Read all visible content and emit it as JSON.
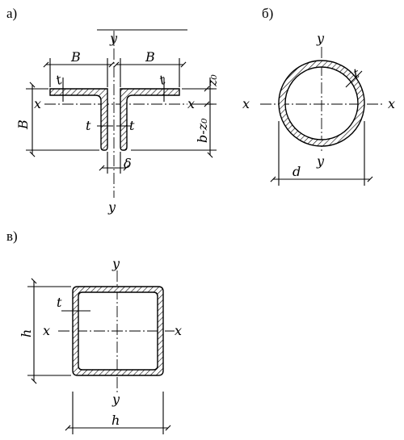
{
  "panel_a": {
    "label": "а)",
    "axis_y_top": "y",
    "axis_y_bottom": "y",
    "axis_x_left": "x",
    "axis_x_right": "x",
    "width_left": "B",
    "width_right": "B",
    "height": "B",
    "t_flange_left": "t",
    "t_flange_right": "t",
    "t_web_left": "t",
    "t_web_right": "t",
    "gap": "δ",
    "z0": "z₀",
    "b_minus_z0": "b-z₀"
  },
  "panel_b": {
    "label": "б)",
    "axis_y_top": "y",
    "axis_y_bottom": "y",
    "axis_x_left": "x",
    "axis_x_right": "x",
    "thickness": "t",
    "diameter": "d"
  },
  "panel_c": {
    "label": "в)",
    "axis_y_top": "y",
    "axis_y_bottom": "y",
    "axis_x_left": "x",
    "axis_x_right": "x",
    "thickness": "t",
    "height": "h",
    "width": "h"
  }
}
